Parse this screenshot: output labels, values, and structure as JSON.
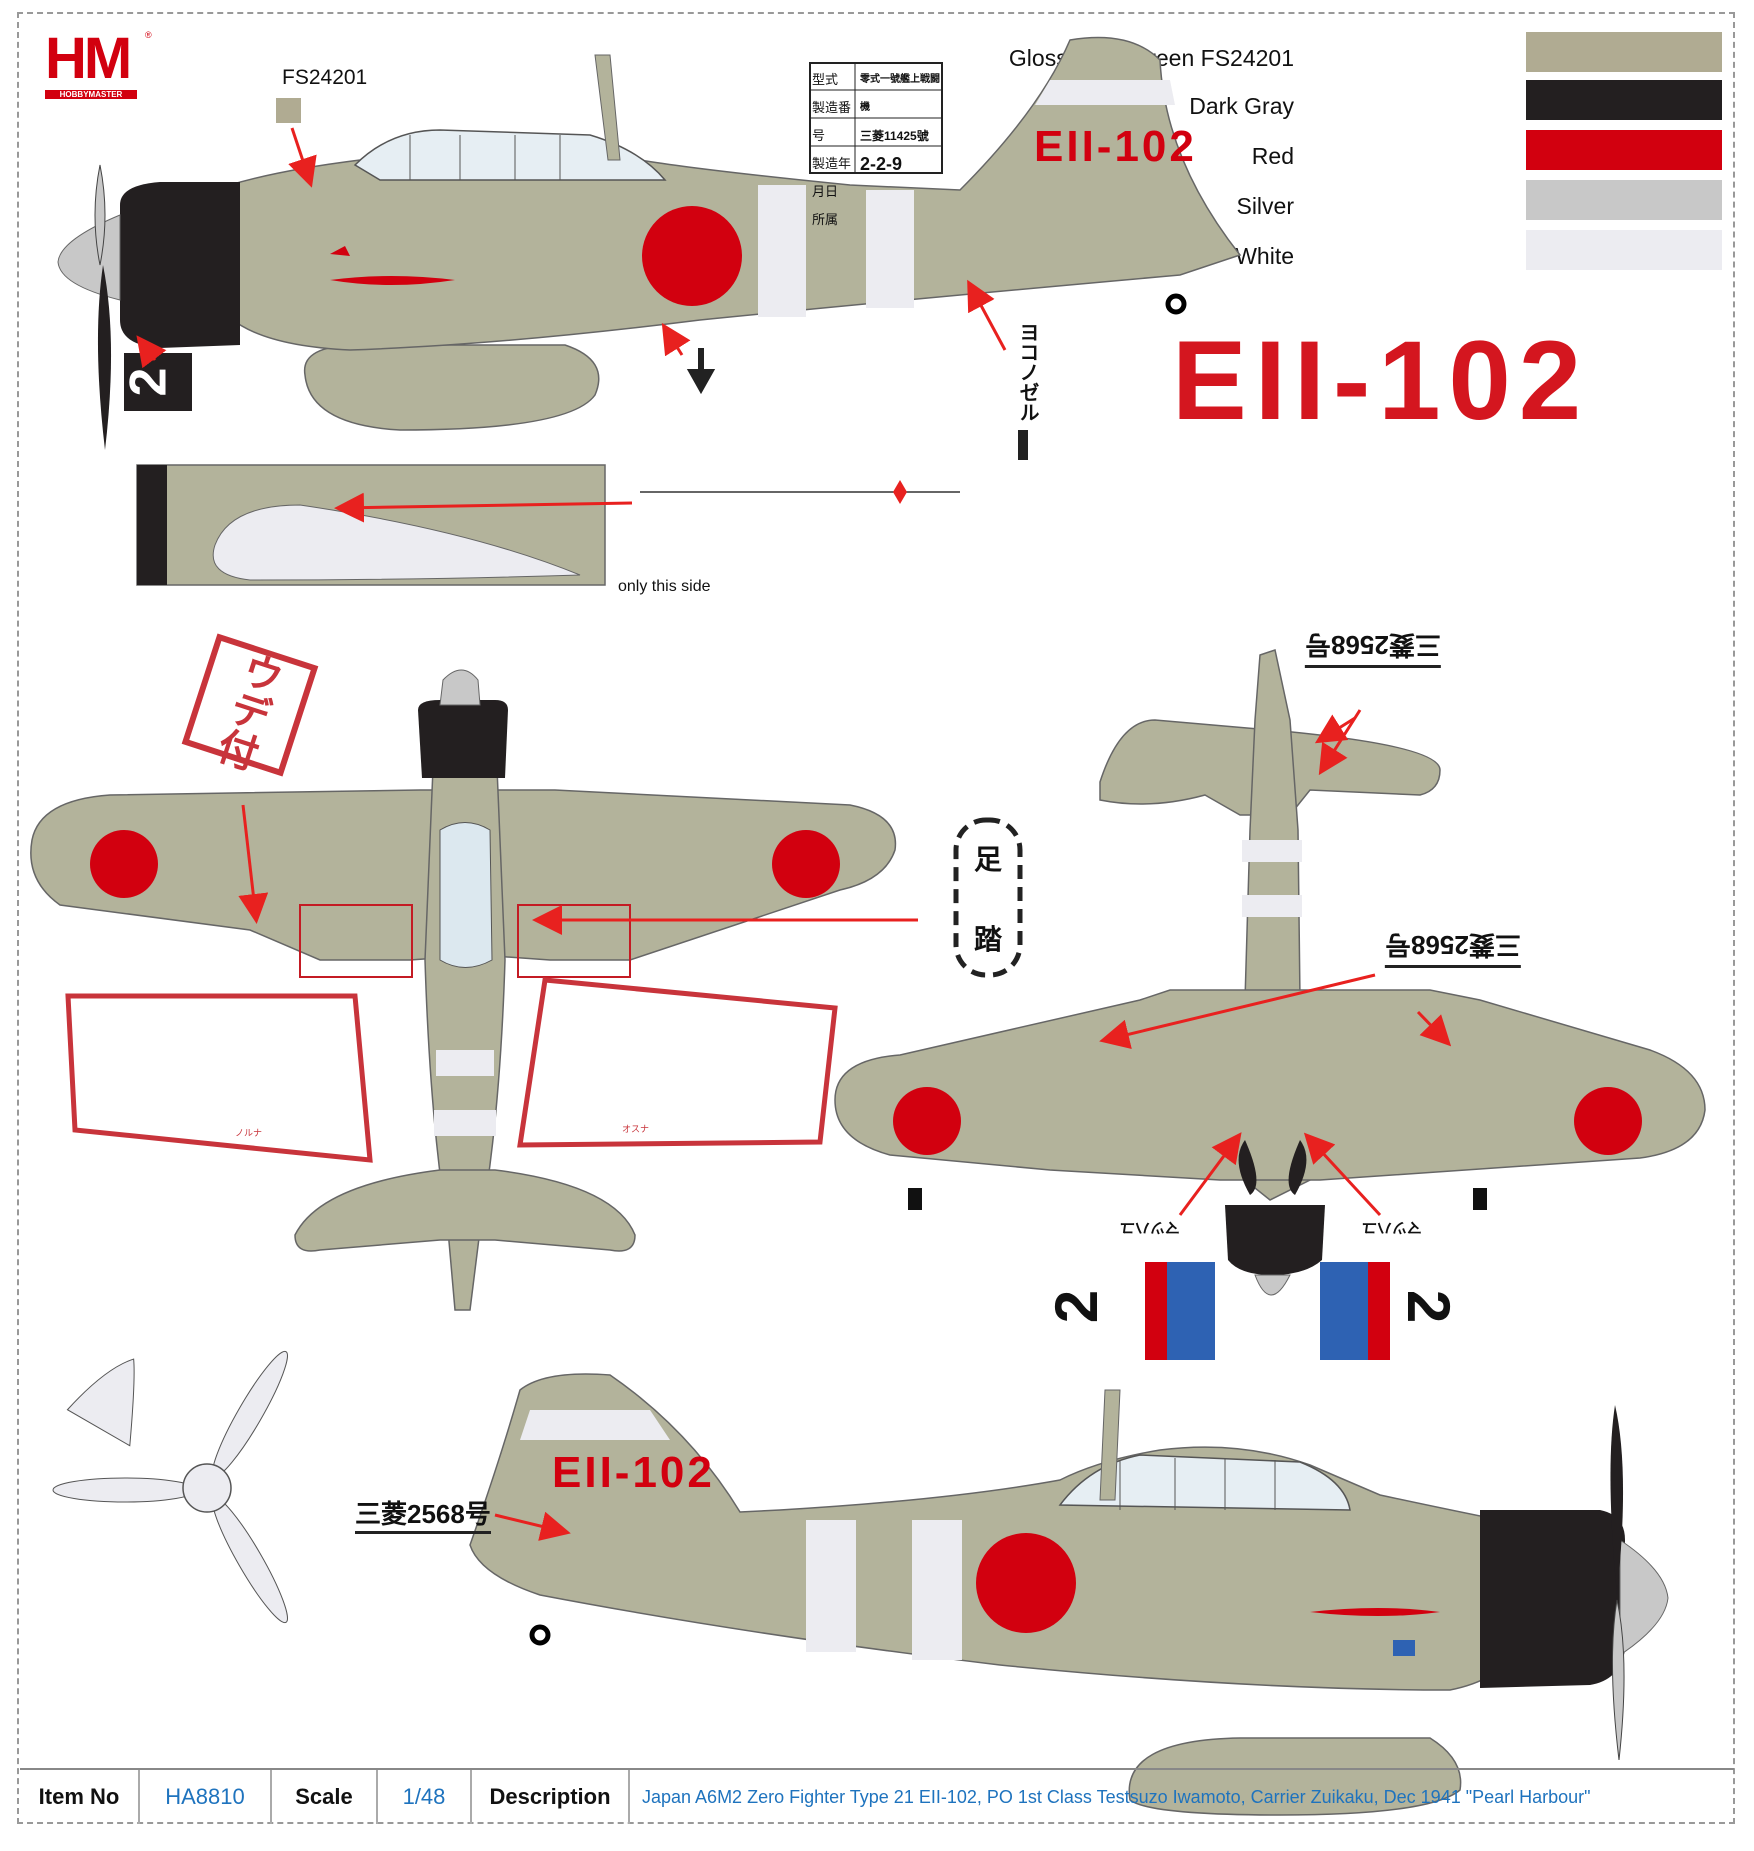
{
  "brand": {
    "logo_text": "HM",
    "logo_sub": "HOBBYMASTER",
    "registered": "®"
  },
  "colors": {
    "olive": "#b3b39b",
    "dark": "#231f20",
    "red": "#d2000f",
    "silver": "#c8c8c8",
    "white": "#ececf1",
    "arrow": "#e8211f",
    "roundel_blue": "#2e62b3"
  },
  "legend": [
    {
      "label": "Gloss Gray Green FS24201",
      "color": "#b0ab92"
    },
    {
      "label": "Dark Gray",
      "color": "#231f20"
    },
    {
      "label": "Red",
      "color": "#d2000f"
    },
    {
      "label": "Silver",
      "color": "#c8c8c8"
    },
    {
      "label": "White",
      "color": "#ececf1"
    }
  ],
  "callouts": {
    "fs_label": "FS24201",
    "registration": "EII-102",
    "tail_code_top": "EII-102",
    "tail_code_bottom": "EII-102",
    "only_this_side": "only this side",
    "nameplate": "三菱2568号",
    "stencil_lines": [
      "型式",
      "製造番号",
      "製造年月日",
      "所属"
    ],
    "stencil_values": [
      "零式一號艦上戦闘機",
      "三菱11425號",
      "2-2-9"
    ],
    "fuel_text": "ヨコノゼル",
    "wing_stamp": "ウデ付",
    "walk_stamp_top": "足",
    "walk_stamp_bottom": "踏",
    "flap_left_text": "ノルナ",
    "flap_right_text": "オスナ",
    "small_number": "2",
    "underside_small": "マツハユ"
  },
  "footer": {
    "item_label": "Item No",
    "item_value": "HA8810",
    "scale_label": "Scale",
    "scale_value": "1/48",
    "desc_label": "Description",
    "desc_value": "Japan A6M2 Zero Fighter Type 21 EII-102, PO 1st Class Testsuzo Iwamoto, Carrier Zuikaku, Dec 1941 \"Pearl Harbour\""
  }
}
